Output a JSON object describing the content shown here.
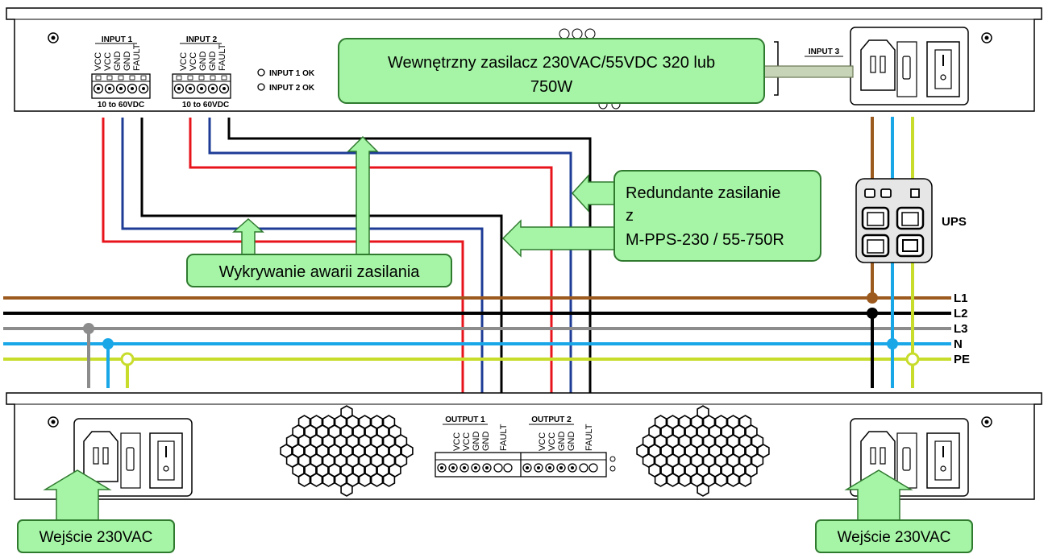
{
  "top_unit": {
    "input1_header": "INPUT 1",
    "input2_header": "INPUT 2",
    "input3_header": "INPUT 3",
    "pins": [
      "VCC",
      "VCC",
      "GND",
      "GND",
      "FAULT"
    ],
    "voltage_range": "10 to 60VDC",
    "led_input1": "INPUT 1 OK",
    "led_input2": "INPUT 2 OK"
  },
  "bottom_unit": {
    "output1_header": "OUTPUT 1",
    "output2_header": "OUTPUT 2",
    "pins": [
      "VCC",
      "VCC",
      "GND",
      "GND",
      "FAULT"
    ]
  },
  "ups_label": "UPS",
  "power_lines": [
    {
      "name": "L1",
      "color": "#9c5a1e"
    },
    {
      "name": "L2",
      "color": "#000000"
    },
    {
      "name": "L3",
      "color": "#8c8c8c"
    },
    {
      "name": "N",
      "color": "#1aa7e8"
    },
    {
      "name": "PE",
      "color": "#c8dc2c"
    }
  ],
  "callouts": {
    "internal_psu_line1": "Wewnętrzny zasilacz 230VAC/55VDC 320 lub",
    "internal_psu_line2": "750W",
    "redundant_line1": "Redundante zasilanie",
    "redundant_line2": "z",
    "redundant_line3": "M-PPS-230 / 55-750R",
    "failure_detection": "Wykrywanie awarii zasilania",
    "input_left": "Wejście 230VAC",
    "input_right": "Wejście 230VAC"
  },
  "colors": {
    "callout_fill": "#a6f5a6",
    "callout_stroke": "#3a8a3a",
    "arrow_fill": "#a6f5a6",
    "arrow_grey": "#c8d4b8",
    "wire_red": "#e8141c",
    "wire_blue": "#1e3c96",
    "wire_black": "#000000"
  }
}
